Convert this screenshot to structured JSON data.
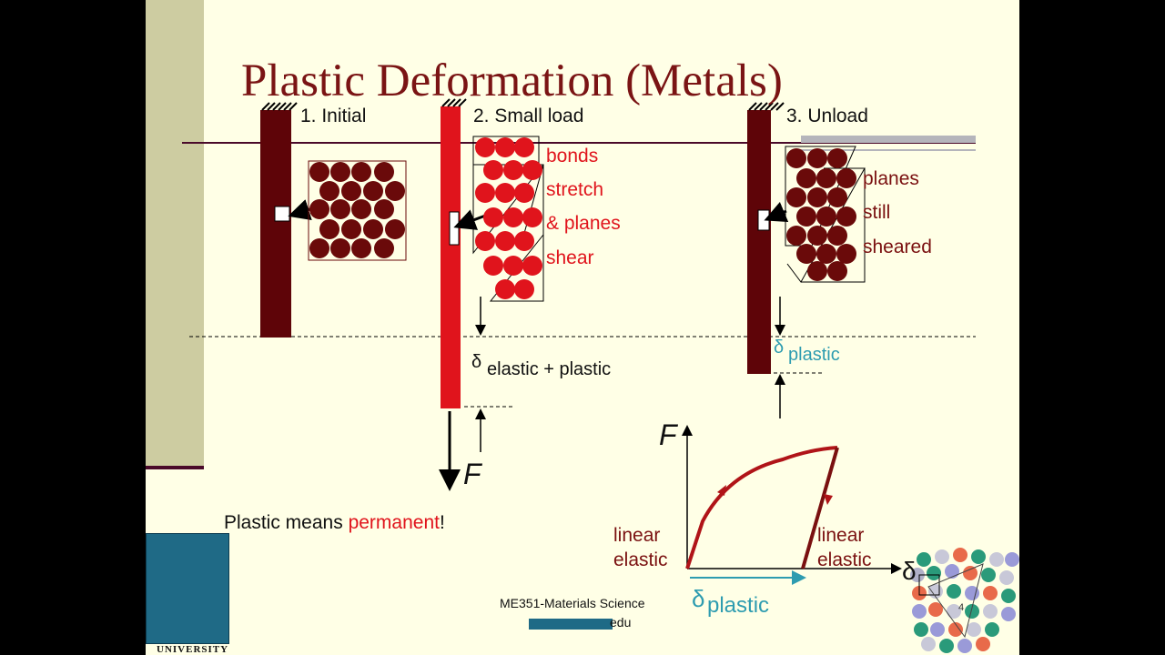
{
  "slide": {
    "title": "Plastic Deformation (Metals)",
    "steps": {
      "initial": "1. Initial",
      "small_load": "2. Small load",
      "unload": "3. Unload"
    },
    "small_load_notes": [
      "bonds",
      "stretch",
      "& planes",
      "shear"
    ],
    "unload_notes": [
      "planes",
      "still",
      "sheared"
    ],
    "delta_symbol": "δ",
    "delta_elastic_plastic": "elastic + plastic",
    "delta_plastic_label": "plastic",
    "force_symbol": "F",
    "plastic_means_prefix": "Plastic means ",
    "plastic_means_highlight": "permanent",
    "plastic_means_suffix": "!",
    "graph": {
      "y_label": "F",
      "x_label": "δ",
      "left_label_line1": "linear",
      "left_label_line2": "elastic",
      "right_label_line1": "linear",
      "right_label_line2": "elastic",
      "delta_plastic_symbol": "δ",
      "delta_plastic_text": "plastic"
    },
    "footer_course": "ME351-Materials Science",
    "footer_email_fragment": "edu",
    "page_number": "4",
    "logo_text": "UNIVERSITY"
  },
  "colors": {
    "background": "#ffffe6",
    "title": "#7a1414",
    "bar_dark": "#5e0408",
    "bar_red": "#e0141c",
    "atom_dark": "#6a0a0a",
    "atom_red": "#e0141c",
    "teal": "#2e9cb0"
  }
}
